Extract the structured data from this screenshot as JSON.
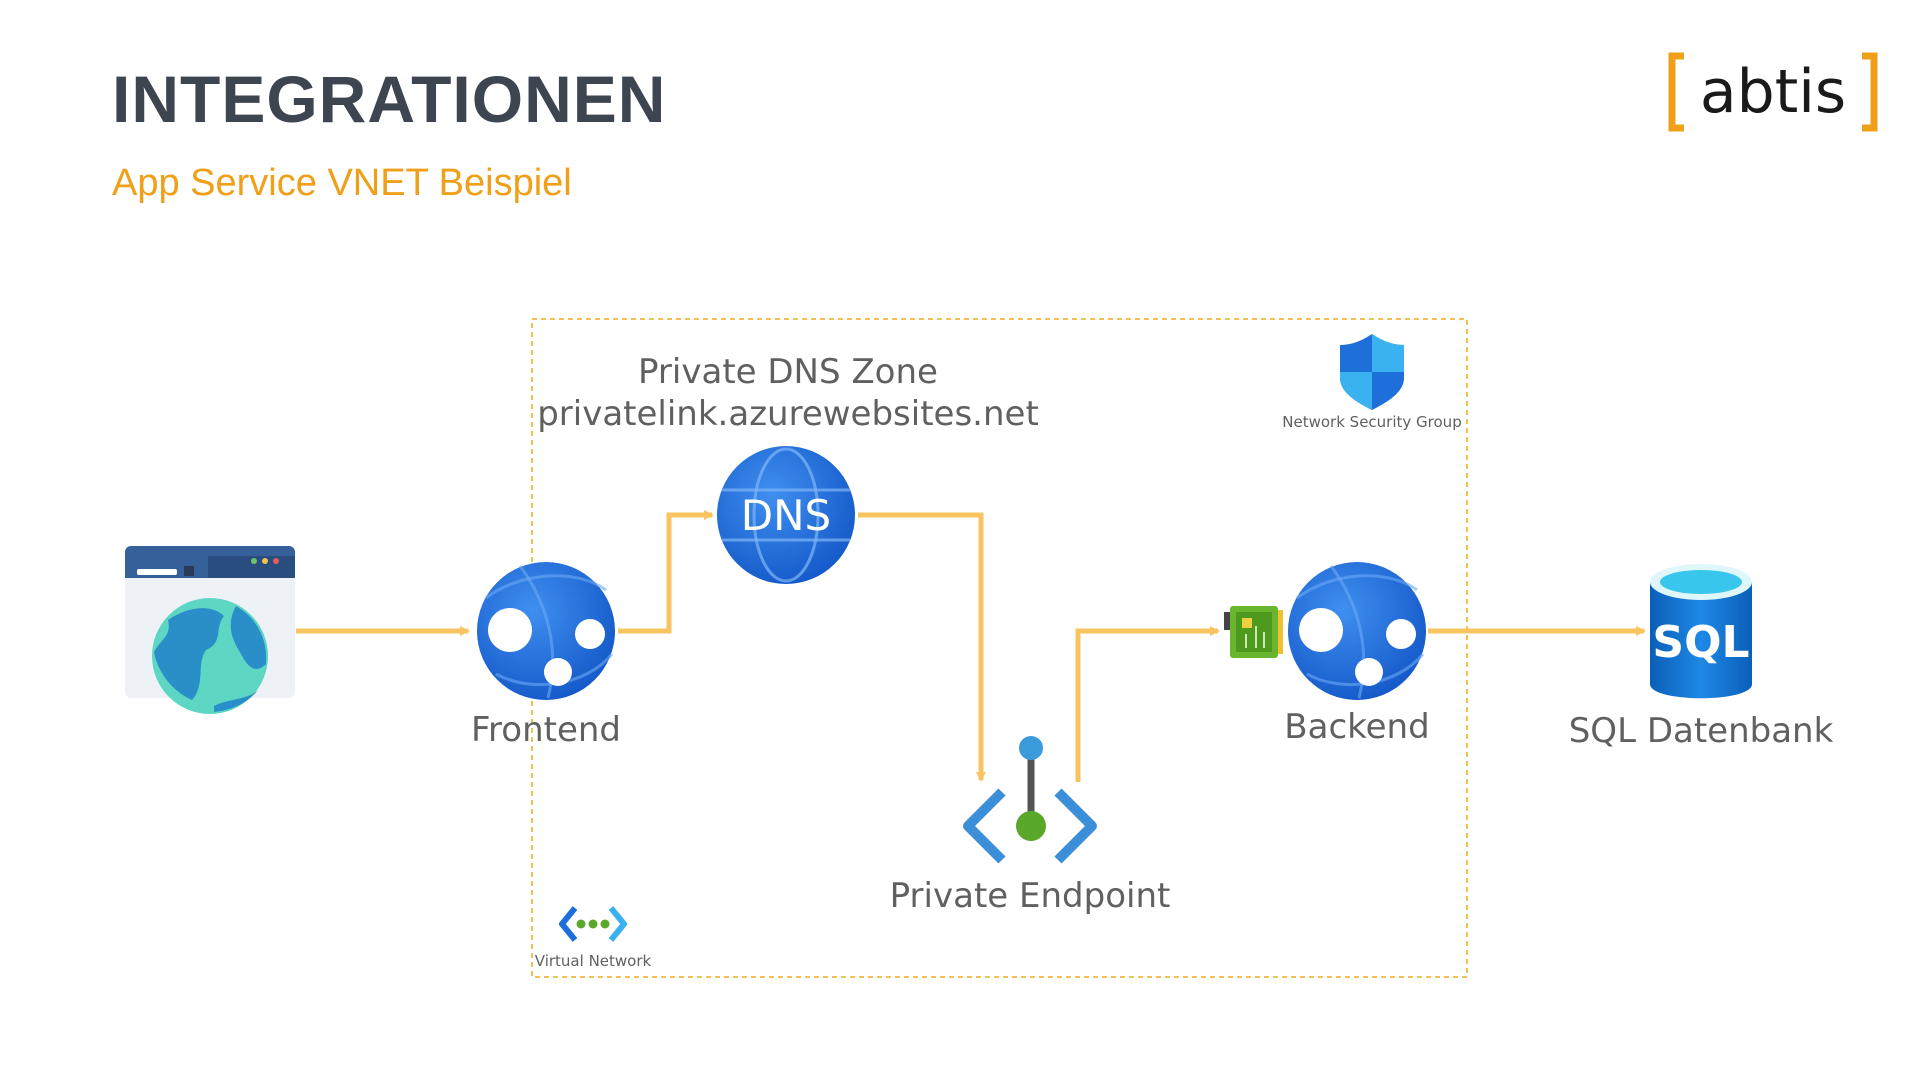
{
  "header": {
    "title": "INTEGRATIONEN",
    "subtitle": "App Service VNET Beispiel",
    "logo_text": "abtis"
  },
  "diagram": {
    "dns_zone_title": "Private DNS Zone",
    "dns_zone_domain": "privatelink.azurewebsites.net",
    "dns_icon_text": "DNS",
    "nsg_label": "Network Security Group",
    "vnet_label": "Virtual Network",
    "frontend_label": "Frontend",
    "backend_label": "Backend",
    "private_endpoint_label": "Private Endpoint",
    "sql_label": "SQL Datenbank",
    "sql_icon_text": "SQL"
  },
  "colors": {
    "accent": "#f0a018",
    "arrow": "#f7c460",
    "azure_blue": "#1e6fd9",
    "title": "#3c4550"
  },
  "icons": [
    "browser-globe-icon",
    "app-service-icon",
    "dns-icon",
    "network-security-group-icon",
    "virtual-network-icon",
    "private-endpoint-icon",
    "network-interface-icon",
    "sql-database-icon"
  ]
}
